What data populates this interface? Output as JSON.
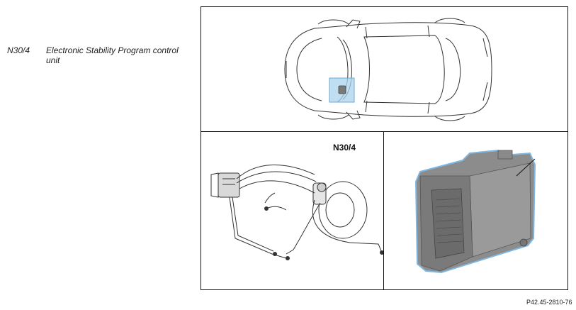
{
  "legend": {
    "code": "N30/4",
    "description": "Electronic Stability Program control unit"
  },
  "callout": {
    "label": "N30/4"
  },
  "figure": {
    "id": "P42.45-2810-76"
  },
  "colors": {
    "highlight_fill": "#a9d3ec",
    "highlight_stroke": "#6aaad6",
    "unit_body": "#8c8c8c",
    "unit_outline": "#7fb7e0"
  }
}
